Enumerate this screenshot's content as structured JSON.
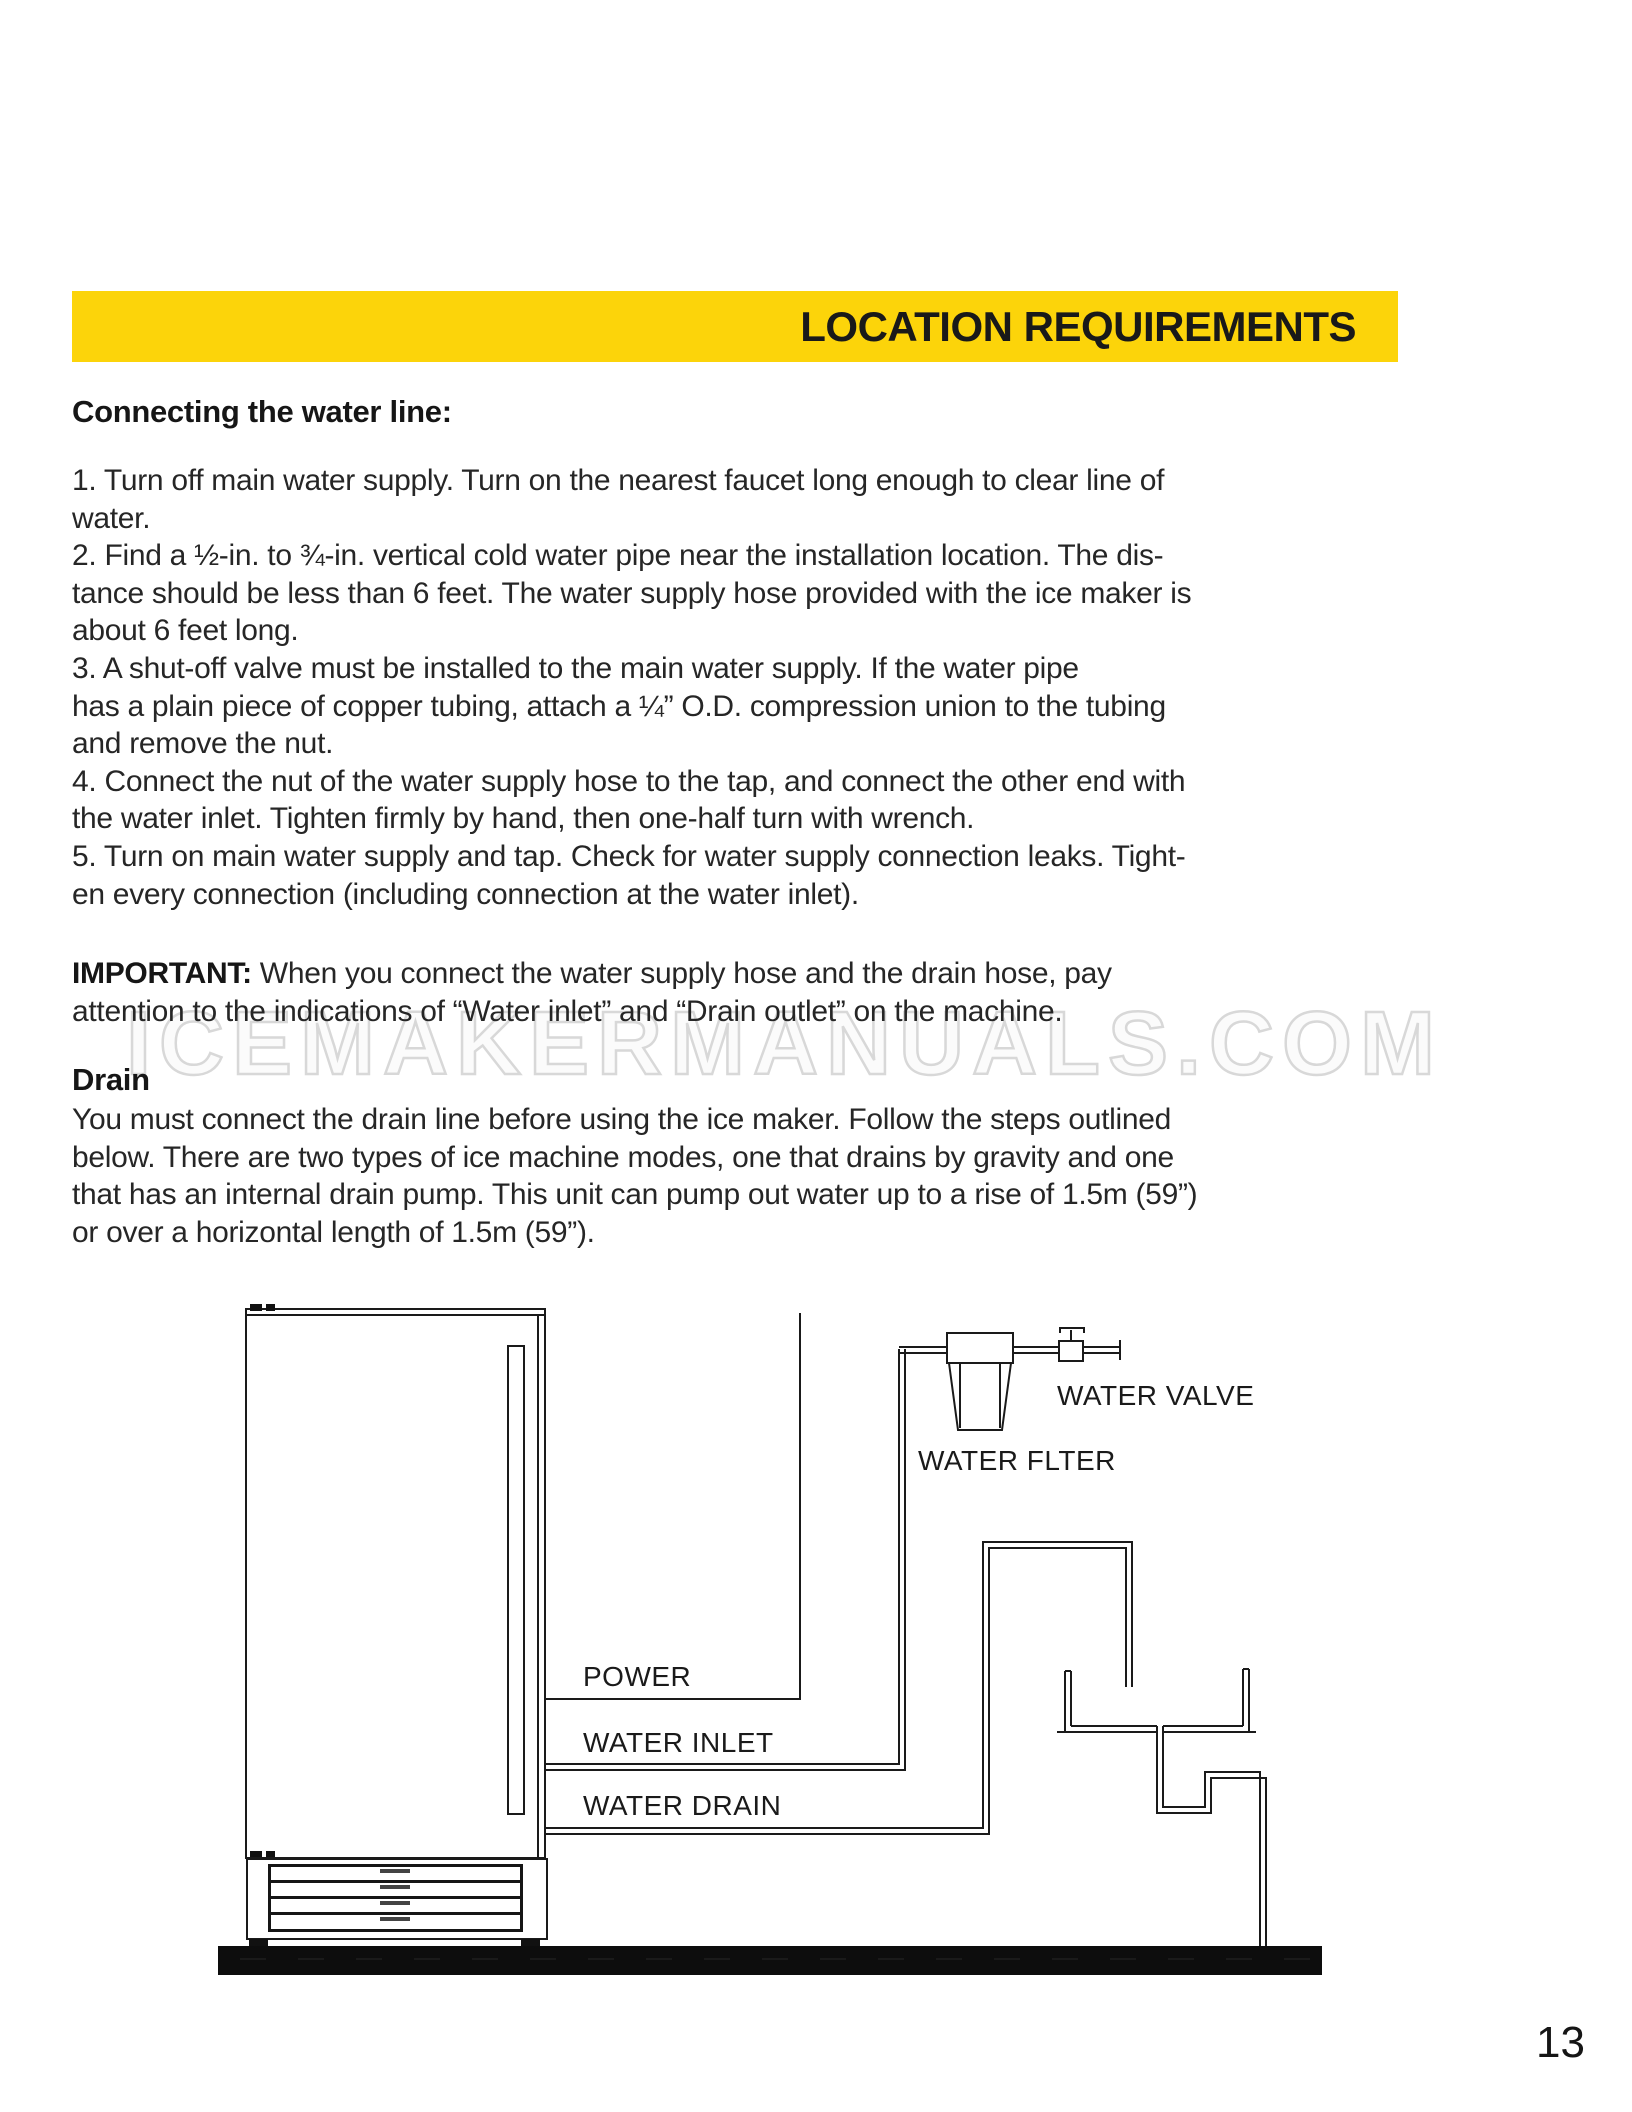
{
  "banner": {
    "title": "LOCATION REQUIREMENTS",
    "bg_color": "#FCD40A",
    "text_color": "#191919"
  },
  "watermark": {
    "text": "ICEMAKERMANUALS.COM",
    "outline_color": "#D8D8D8"
  },
  "sections": {
    "connecting": {
      "heading": "Connecting the water line:",
      "lines": [
        "1. Turn off main water supply. Turn on the nearest faucet long enough to clear line of",
        "water.",
        "2. Find a ½-in. to ¾-in. vertical cold water pipe near the installation location. The dis-",
        "tance should be less than 6 feet. The water supply hose provided with the ice maker is",
        "about 6 feet long.",
        "3. A shut-off valve must be installed to the main water supply. If the water pipe",
        "has a plain piece of copper tubing, attach a ¼” O.D. compression union to the tubing",
        "and remove the nut.",
        "4. Connect the nut of the water supply hose to the tap, and connect the other end with",
        "the water inlet. Tighten firmly by hand, then one-half turn with wrench.",
        "5. Turn on main water supply and tap. Check for water supply connection leaks. Tight-",
        "en every connection (including connection at the water inlet)."
      ]
    },
    "important": {
      "label": "IMPORTANT:",
      "line1_rest": " When you connect the water supply hose and the drain hose, pay",
      "line2": "attention to the indications of “Water inlet” and “Drain outlet” on the machine."
    },
    "drain": {
      "heading": "Drain",
      "lines": [
        "You must connect the drain line before using the ice maker. Follow the steps outlined",
        "below. There are two types of ice machine modes, one that drains by gravity and one",
        "that has an internal drain pump. This unit can pump out water up to a rise of 1.5m (59”)",
        "or over a horizontal length of 1.5m (59”)."
      ]
    }
  },
  "diagram": {
    "labels": {
      "water_valve": "WATER VALVE",
      "water_filter": "WATER FLTER",
      "power": "POWER",
      "water_inlet": "WATER INLET",
      "water_drain": "WATER DRAIN"
    }
  },
  "page": {
    "number": "13"
  }
}
